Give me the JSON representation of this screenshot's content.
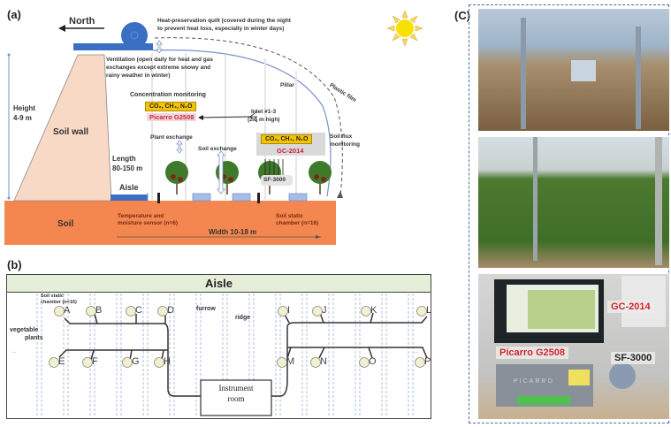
{
  "panel_a": {
    "label": "(a)",
    "north_label": "North",
    "quilt_note_line1": "Heat-preservation quilt (covered during the night",
    "quilt_note_line2": "to prevent heat loss, especially in winter days)",
    "ventilation_line1": "Ventilation (open daily for heat and gas",
    "ventilation_line2": "exchanges except extreme snowy and",
    "ventilation_line3": "rainy weather in winter)",
    "height_line1": "Height",
    "height_line2": "4-9 m",
    "soil_wall": "Soil wall",
    "length_line1": "Length",
    "length_line2": "80-150 m",
    "aisle": "Aisle",
    "soil": "Soil",
    "pillar": "Pillar",
    "plastic_film": "Plastic film",
    "concentration_monitoring": "Concentration monitoring",
    "gas_box_1": "CO₂, CH₄, N₂O",
    "instrument_1": "Picarro G2508",
    "inlet_line1": "Inlet #1-3",
    "inlet_line2": "(2.5 m high)",
    "plant_exchange": "Plant exchange",
    "soil_exchange": "Soil exchange",
    "gas_box_2": "CO₂, CH₄, N₂O",
    "instrument_2": "GC-2014",
    "soil_flux_line1": "Soil flux",
    "soil_flux_line2": "monitoring",
    "sf_label": "SF-3000",
    "sensor_line1": "Temperature and",
    "sensor_line2": "moisture sensor (n=6)",
    "chamber_line1": "Soil static",
    "chamber_line2": "chamber (n=16)",
    "width": "Width 10-18 m",
    "colors": {
      "soil": "#f4874f",
      "soil_wall": "#f8d9c6",
      "quilt": "#3a6fc4",
      "gas_box": "#f5c400"
    }
  },
  "panel_b": {
    "label": "(b)",
    "aisle": "Aisle",
    "chamber_line1": "Soil static",
    "chamber_line2": "chamber (n=16)",
    "vegetable_line1": "vegetable",
    "vegetable_line2": "plants",
    "furrow": "furrow",
    "ridge": "ridge",
    "instrument_line1": "Instrument",
    "instrument_line2": "room",
    "ellipsis": "...",
    "chambers_top": [
      "A",
      "B",
      "C",
      "D",
      "I",
      "J",
      "K",
      "L"
    ],
    "chambers_bottom": [
      "E",
      "F",
      "G",
      "H",
      "M",
      "N",
      "O",
      "P"
    ]
  },
  "panel_c": {
    "label": "(C)",
    "photo_labels": {
      "gc": "GC-2014",
      "picarro": "Picarro G2508",
      "sf": "SF-3000",
      "brand": "PICARRO"
    }
  }
}
